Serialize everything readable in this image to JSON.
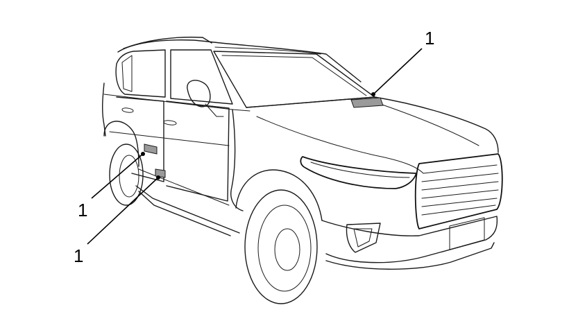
{
  "callouts": [
    {
      "id": "windshield-label",
      "text": "1"
    },
    {
      "id": "b-pillar-label",
      "text": "1"
    },
    {
      "id": "door-sill-label",
      "text": "1"
    }
  ],
  "colors": {
    "line": "#1a1a1a",
    "label_fill": "#9a9a9a",
    "background": "#ffffff"
  }
}
